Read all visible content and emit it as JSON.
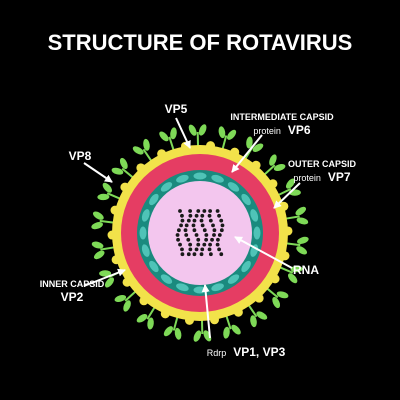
{
  "title": "STRUCTURE OF ROTAVIRUS",
  "labels": {
    "vp5": "VP5",
    "vp8": "VP8",
    "intermediate_capsid": "INTERMEDIATE CAPSID",
    "intermediate_protein_word": "protein",
    "intermediate_protein": "VP6",
    "outer_capsid": "OUTER CAPSID",
    "outer_protein_word": "protein",
    "outer_protein": "VP7",
    "rna": "RNA",
    "inner_capsid": "INNER CAPSID",
    "inner_protein": "VP2",
    "rdrp_word": "Rdrp",
    "rdrp_proteins": "VP1, VP3"
  },
  "colors": {
    "background": "#000000",
    "outer_ring": "#f2e24a",
    "middle_ring": "#e53d63",
    "inner_ring": "#1a8a7e",
    "core": "#f3c6ee",
    "spikes": "#7ed957",
    "bead_nodes": "#4fc3b7",
    "rna": "#1a1a1a",
    "text": "#ffffff"
  }
}
